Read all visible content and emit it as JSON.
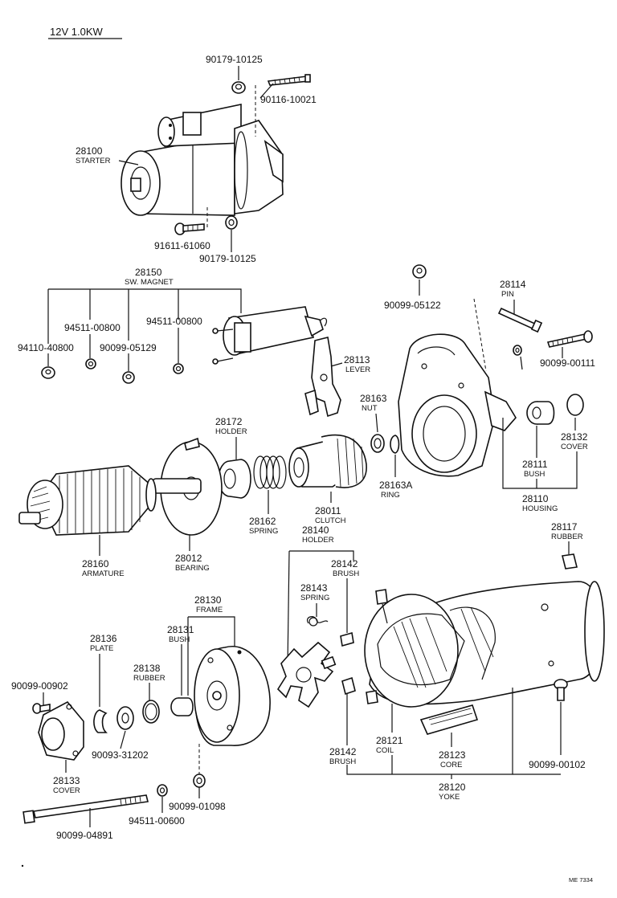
{
  "header": {
    "spec": "12V  1.0KW"
  },
  "footer": {
    "code": "ME 7334"
  },
  "labels": {
    "p90179_10125_top": "90179-10125",
    "p90116_10021": "90116-10021",
    "p28100": "28100",
    "p28100_name": "STARTER",
    "p91611_61060": "91611-61060",
    "p90179_10125_bottom": "90179-10125",
    "p28150": "28150",
    "p28150_name": "SW. MAGNET",
    "p94511_00800_a": "94511-00800",
    "p94511_00800_b": "94511-00800",
    "p94110_40800": "94110-40800",
    "p90099_05129": "90099-05129",
    "p28113": "28113",
    "p28113_name": "LEVER",
    "p90099_05122": "90099-05122",
    "p28114": "28114",
    "p28114_name": "PIN",
    "p90099_00111": "90099-00111",
    "p28163": "28163",
    "p28163_name": "NUT",
    "p28172": "28172",
    "p28172_name": "HOLDER",
    "p28132": "28132",
    "p28132_name": "COVER",
    "p28111": "28111",
    "p28111_name": "BUSH",
    "p28110": "28110",
    "p28110_name": "HOUSING",
    "p28162": "28162",
    "p28162_name": "SPRING",
    "p28011": "28011",
    "p28011_name": "CLUTCH",
    "p28163a": "28163A",
    "p28163a_name": "RING",
    "p28117": "28117",
    "p28117_name": "RUBBER",
    "p28160": "28160",
    "p28160_name": "ARMATURE",
    "p28012": "28012",
    "p28012_name": "BEARING",
    "p28140": "28140",
    "p28140_name": "HOLDER",
    "p28142_top": "28142",
    "p28142_top_name": "BRUSH",
    "p28143": "28143",
    "p28143_name": "SPRING",
    "p28130": "28130",
    "p28130_name": "FRAME",
    "p28131": "28131",
    "p28131_name": "BUSH",
    "p28136": "28136",
    "p28136_name": "PLATE",
    "p28138": "28138",
    "p28138_name": "RUBBER",
    "p90099_00902": "90099-00902",
    "p90093_31202": "90093-31202",
    "p28133": "28133",
    "p28133_name": "COVER",
    "p90099_01098": "90099-01098",
    "p94511_00600": "94511-00600",
    "p90099_04891": "90099-04891",
    "p28142_bottom": "28142",
    "p28142_bottom_name": "BRUSH",
    "p28121": "28121",
    "p28121_name": "COIL",
    "p28123": "28123",
    "p28123_name": "CORE",
    "p90099_00102": "90099-00102",
    "p28120": "28120",
    "p28120_name": "YOKE"
  }
}
